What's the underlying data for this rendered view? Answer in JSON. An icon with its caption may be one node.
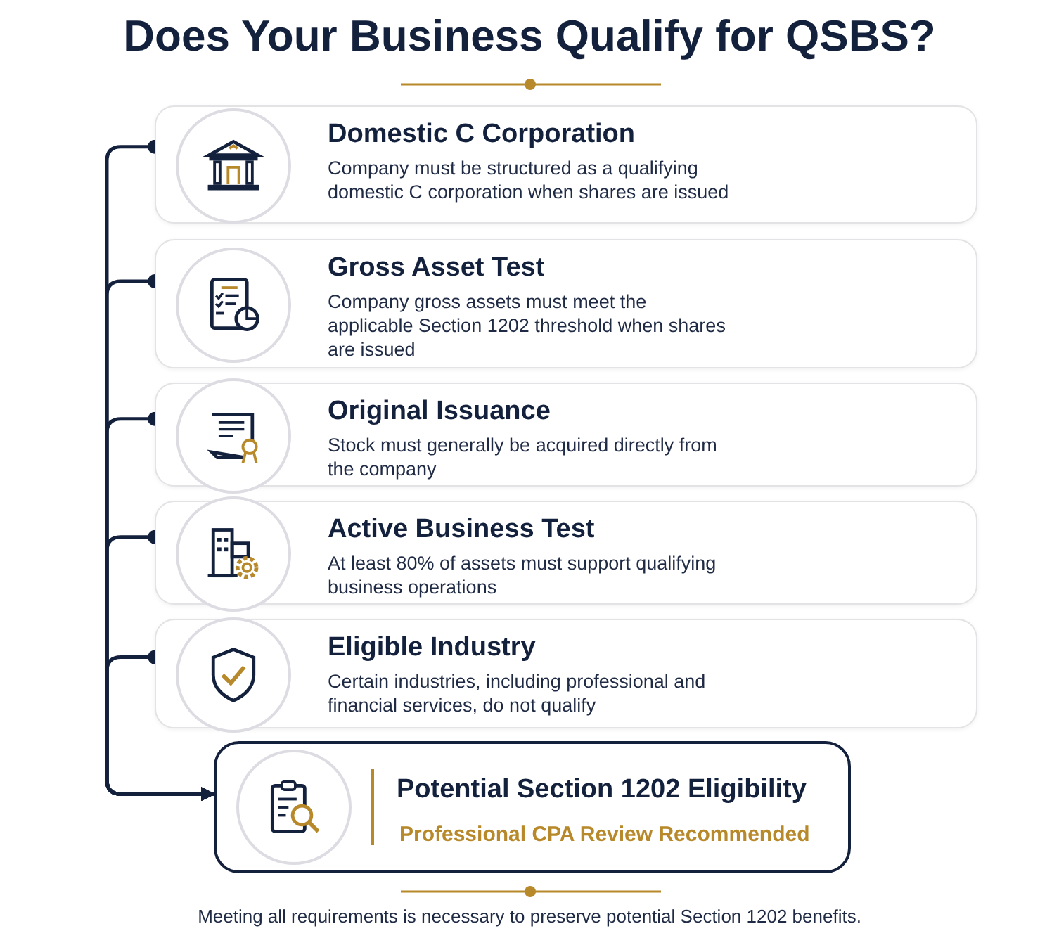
{
  "diagram": {
    "title": "Does Your Business Qualify for QSBS?",
    "nodes": [
      {
        "text": [
          "Domestic C Corporation",
          "Company must be structured as a qualifying domestic C corporation when shares are issued"
        ]
      },
      {
        "text": [
          "Gross Asset Test",
          "Company gross assets must meet the applicable Section 1202 threshold when shares are issued"
        ]
      },
      {
        "text": [
          "Original Issuance",
          "Stock must generally be acquired directly from the company"
        ]
      },
      {
        "text": [
          "Active Business Test",
          "At least 80% of assets must support qualifying business operations"
        ]
      },
      {
        "text": [
          "Eligible Industry",
          "Certain industries, including professional and financial services, do not qualify"
        ]
      },
      {
        "text": [
          "Potential Section 1202 Eligibility",
          "Professional CPA Review Recommended"
        ]
      }
    ],
    "edges": [
      {
        "from": 0,
        "to": 5,
        "arrow": "to"
      },
      {
        "from": 1,
        "to": 5,
        "arrow": "to"
      },
      {
        "from": 2,
        "to": 5,
        "arrow": "to"
      },
      {
        "from": 3,
        "to": 5,
        "arrow": "to"
      },
      {
        "from": 4,
        "to": 5,
        "arrow": "to"
      }
    ],
    "caption": "Meeting all requirements is necessary to preserve potential Section 1202 benefits."
  }
}
